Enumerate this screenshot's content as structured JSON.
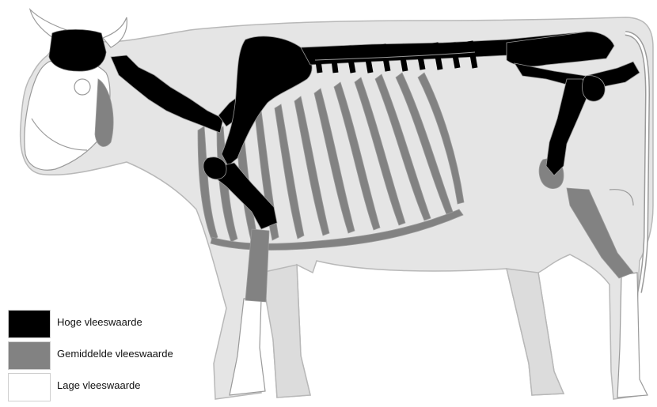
{
  "colors": {
    "background": "#ffffff",
    "body_fill": "#e5e5e5",
    "body_outline": "#b8b8b8",
    "bone_outline": "#9a9a9a",
    "high": "#000000",
    "medium": "#828282",
    "low": "#ffffff"
  },
  "legend": [
    {
      "label": "Hoge vleeswaarde",
      "color": "#000000"
    },
    {
      "label": "Gemiddelde vleeswaarde",
      "color": "#828282"
    },
    {
      "label": "Lage vleeswaarde",
      "color": "#ffffff"
    }
  ]
}
